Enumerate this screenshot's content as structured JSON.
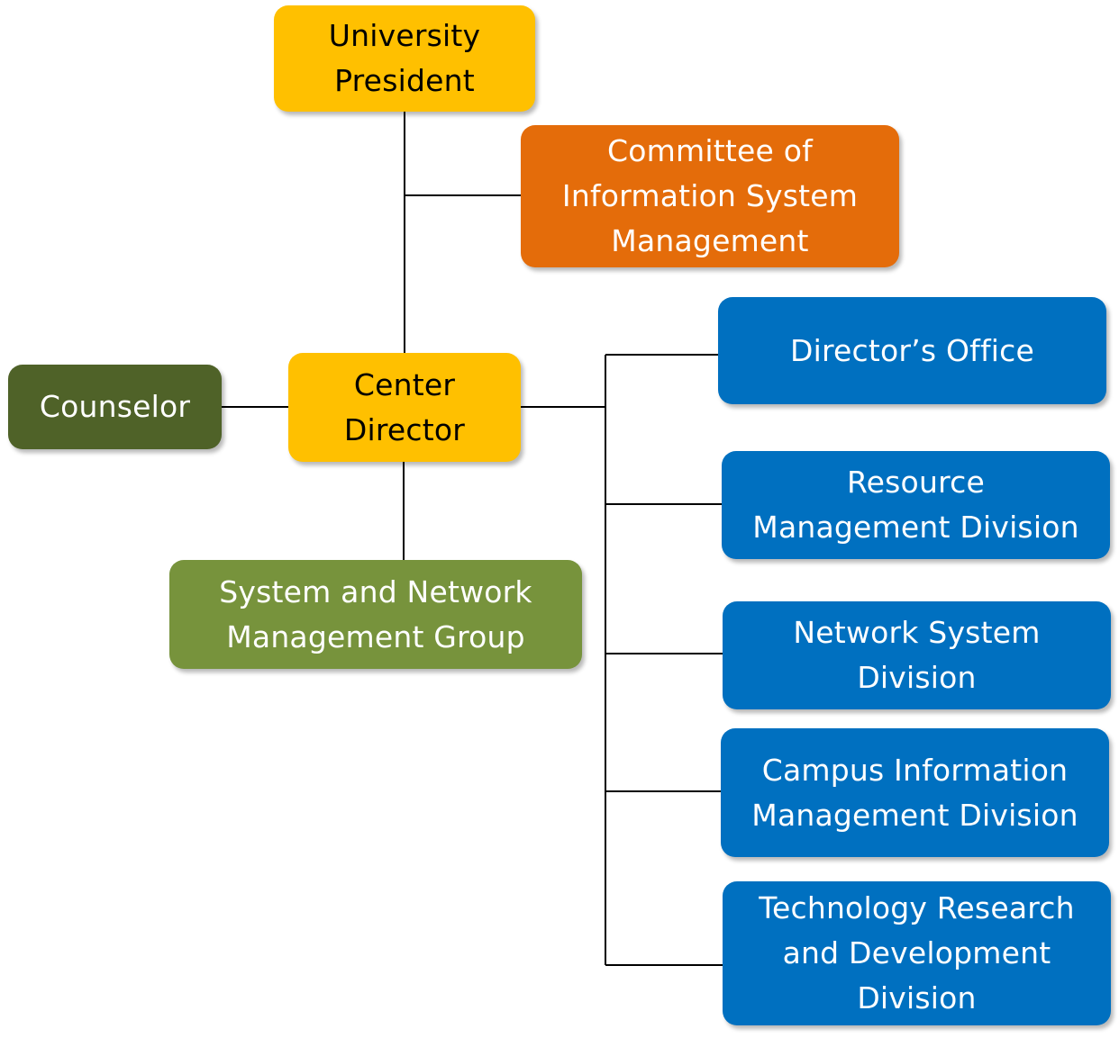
{
  "org_chart": {
    "nodes": {
      "president": "University\nPresident",
      "committee": "Committee of\nInformation System\nManagement",
      "counselor": "Counselor",
      "center_director": "Center\nDirector",
      "sysnet_group": "System and Network\nManagement Group",
      "directors_office": "Director’s Office",
      "resource_division": "Resource\nManagement Division",
      "network_division": "Network System\nDivision",
      "campus_division": "Campus Information\nManagement Division",
      "tech_division": "Technology Research\nand Development\nDivision"
    },
    "colors": {
      "yellow": "#FFC000",
      "orange": "#E46C0A",
      "dark_green": "#4F6228",
      "green": "#77933C",
      "blue": "#0070C0"
    }
  }
}
